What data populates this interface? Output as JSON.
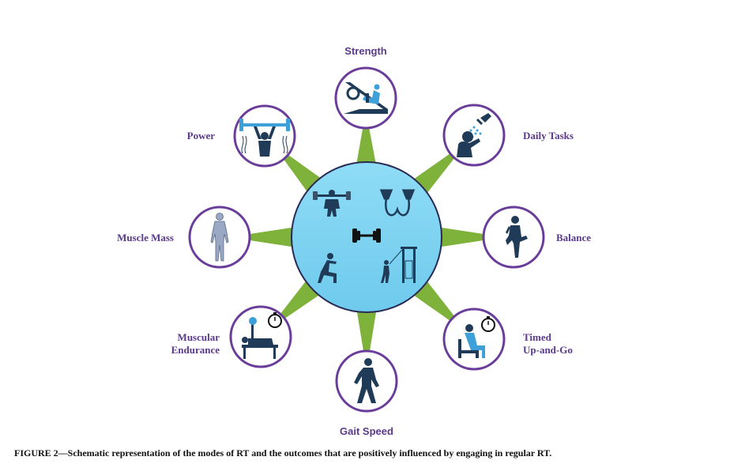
{
  "caption": "FIGURE 2—Schematic representation of the modes of RT and the outcomes that are positively influenced by engaging in regular RT.",
  "colors": {
    "hub_fill": "#7fd3f2",
    "hub_stroke": "#2a2a55",
    "node_stroke": "#6a3d9a",
    "spoke": "#7fb23a",
    "label": "#5b3a8c",
    "icon_dark": "#1f3b57",
    "icon_blue": "#3ea0d8"
  },
  "outcomes": {
    "strength": "Strength",
    "daily_tasks": "Daily Tasks",
    "balance": "Balance",
    "timed_up_line1": "Timed",
    "timed_up_line2": "Up-and-Go",
    "gait_speed": "Gait Speed",
    "muscular_endurance_line1": "Muscular",
    "muscular_endurance_line2": "Endurance",
    "muscle_mass": "Muscle Mass",
    "power": "Power"
  },
  "hub_icons": [
    "squat-rack-icon",
    "resistance-band-icon",
    "dumbbell-icon",
    "bodyweight-squat-icon",
    "cable-machine-icon"
  ],
  "node_icons": [
    "leg-press-icon",
    "shower-icon",
    "standing-balance-icon",
    "seated-timer-icon",
    "walking-person-icon",
    "bench-press-icon",
    "body-anatomy-icon",
    "overhead-lift-icon"
  ]
}
